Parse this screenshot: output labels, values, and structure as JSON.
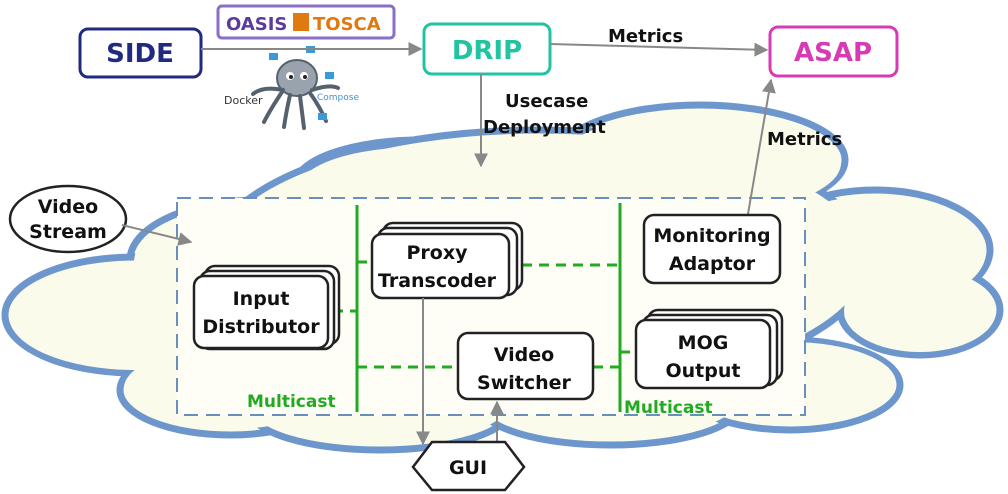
{
  "nodes": {
    "side": "SIDE",
    "drip": "DRIP",
    "asap": "ASAP",
    "video_stream": [
      "Video",
      "Stream"
    ],
    "input_distributor": [
      "Input",
      "Distributor"
    ],
    "proxy_transcoder": [
      "Proxy",
      "Transcoder"
    ],
    "monitoring_adaptor": [
      "Monitoring",
      "Adaptor"
    ],
    "video_switcher": [
      "Video",
      "Switcher"
    ],
    "mog_output": [
      "MOG",
      "Output"
    ],
    "gui": "GUI"
  },
  "logos": {
    "tosca_left": "OASIS",
    "tosca_right": "TOSCA",
    "docker": "Docker",
    "compose": "Compose"
  },
  "edge_labels": {
    "metrics_top": "Metrics",
    "metrics_right": "Metrics",
    "usecase": [
      "Usecase",
      "Deployment"
    ]
  },
  "group_labels": {
    "multicast_left": "Multicast",
    "multicast_right": "Multicast"
  },
  "colors": {
    "side": "#1f2a80",
    "drip": "#22c3a0",
    "asap": "#d63bb5",
    "multicast": "#22aa22",
    "cloud_stroke": "#6d97cc",
    "cloud_fill": "#fbfbec",
    "dashed_box": "#6a8fbf",
    "tosca_border": "#8b6fc7",
    "tosca_text": "#5c3c9a"
  }
}
